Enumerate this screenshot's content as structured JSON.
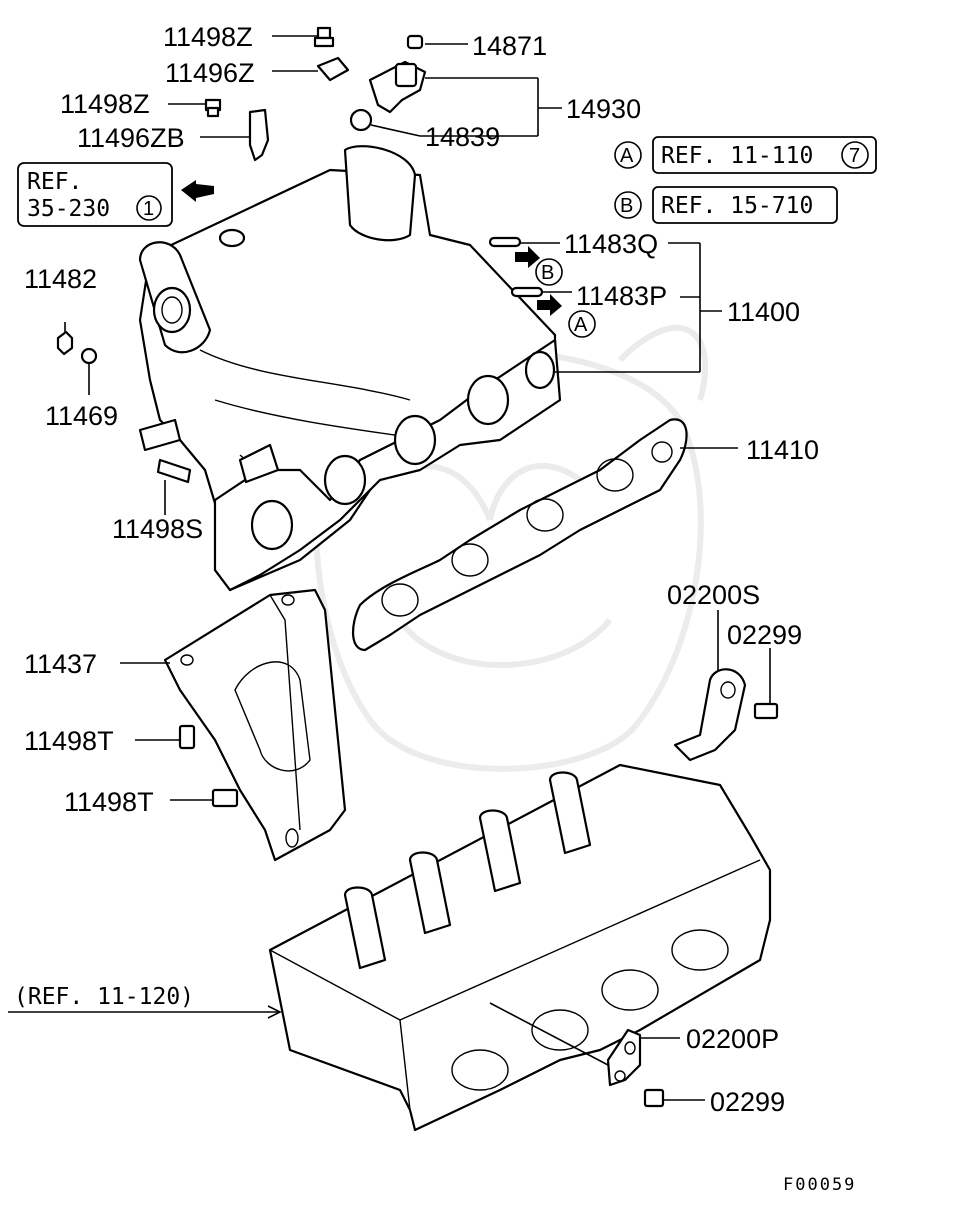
{
  "diagram": {
    "figure_code": "F00059",
    "callouts": [
      "11498Z",
      "11496Z",
      "14871",
      "11498Z",
      "14930",
      "11496ZB",
      "14839",
      "11483Q",
      "11482",
      "11483P",
      "11400",
      "11469",
      "11410",
      "11498S",
      "02200S",
      "02299",
      "11437",
      "11498T",
      "11498T",
      "02200P",
      "02299"
    ],
    "references": {
      "ref_35_line1": "REF.",
      "ref_35_line2": "35-230",
      "ref_35_circle": "1",
      "ref_a_marker": "A",
      "ref_a_text": "REF. 11-110",
      "ref_a_circle": "7",
      "ref_b_marker": "B",
      "ref_b_text": "REF. 15-710",
      "ref_head": "(REF. 11-120)"
    },
    "arrow_markers": [
      "B",
      "A"
    ]
  }
}
